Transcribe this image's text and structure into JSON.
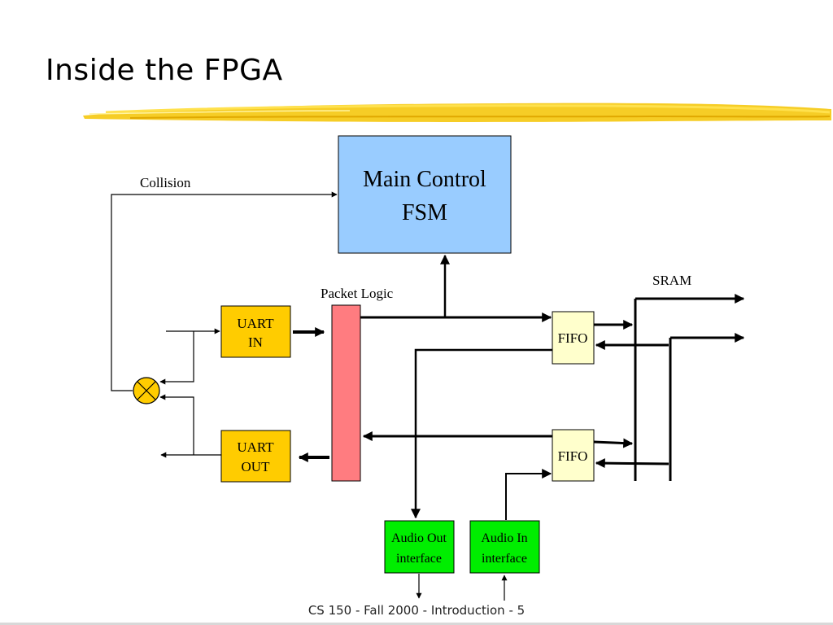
{
  "slide": {
    "title": "Inside the FPGA",
    "footer": "CS 150 - Fall 2000 - Introduction - 5"
  },
  "diagram": {
    "main_fsm": {
      "line1": "Main Control",
      "line2": "FSM"
    },
    "packet_logic_label": "Packet Logic",
    "collision_label": "Collision",
    "sram_label": "SRAM",
    "uart_in": {
      "line1": "UART",
      "line2": "IN"
    },
    "uart_out": {
      "line1": "UART",
      "line2": "OUT"
    },
    "fifo_top": "FIFO",
    "fifo_bottom": "FIFO",
    "audio_out": {
      "line1": "Audio Out",
      "line2": "interface"
    },
    "audio_in": {
      "line1": "Audio In",
      "line2": "interface"
    }
  },
  "colors": {
    "fsm_fill": "#99ccff",
    "packet_logic_fill": "#ff7c80",
    "uart_fill": "#ffcc00",
    "fifo_fill": "#ffffcc",
    "audio_fill": "#00ee00",
    "underline": "#f5c400"
  }
}
